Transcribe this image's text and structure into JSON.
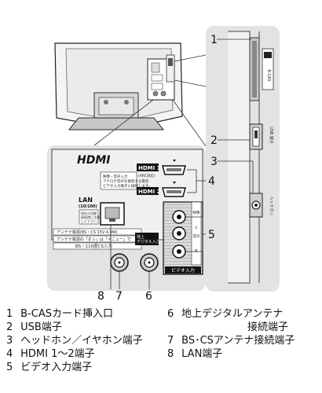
{
  "callouts": {
    "c1": "1",
    "c2": "2",
    "c3": "3",
    "c4": "4",
    "c5": "5",
    "c6": "6",
    "c7": "7",
    "c8": "8"
  },
  "panel": {
    "hdmi_logo": "HDMI",
    "hdmi_note_lines": [
      "映像・音声入力",
      "アナログ音声を接続する場合",
      "ビデオ入力端子に接続します。"
    ],
    "hdmi1_label": "HDMI 1",
    "hdmi1_sub": "(ARC対応)",
    "hdmi2_label": "HDMI 2",
    "lan_label": "LAN",
    "lan_sub": "(10/100)",
    "lan_note_lines": [
      "他社の回線",
      "接続時に注意",
      "して下さい"
    ],
    "antenna_line1": "アンテナ電源(BS・CS 15V 4.0W)",
    "antenna_line2": "アンテナ電源の「オン」は「メニュー」で",
    "antenna_bscs": "BS・110度CS入力",
    "terrestrial_label": "地上\nデジタル入力",
    "video_label": "ビデオ入力",
    "l_label": "L",
    "r_label": "R",
    "video_side": "映像",
    "audio_side": "音声"
  },
  "side": {
    "bcas_card_text": "B-CAS",
    "usb_text": "USB\n端子",
    "headphone_text": "ヘッドホン"
  },
  "legend": [
    {
      "num": "1",
      "text": "B-CASカード挿入口"
    },
    {
      "num": "2",
      "text": "USB端子"
    },
    {
      "num": "3",
      "text": "ヘッドホン／イヤホン端子"
    },
    {
      "num": "4",
      "text": "HDMI 1～2端子"
    },
    {
      "num": "5",
      "text": "ビデオ入力端子"
    }
  ],
  "legend_right": [
    {
      "num": "6",
      "text": "地上デジタルアンテナ",
      "cont": "接続端子"
    },
    {
      "num": "7",
      "text": "BS･CSアンテナ接続端子"
    },
    {
      "num": "8",
      "text": "LAN端子"
    }
  ],
  "colors": {
    "panel_fill": "#e3e3e3",
    "tv_fill": "#f2f2f2",
    "line": "#222222"
  }
}
